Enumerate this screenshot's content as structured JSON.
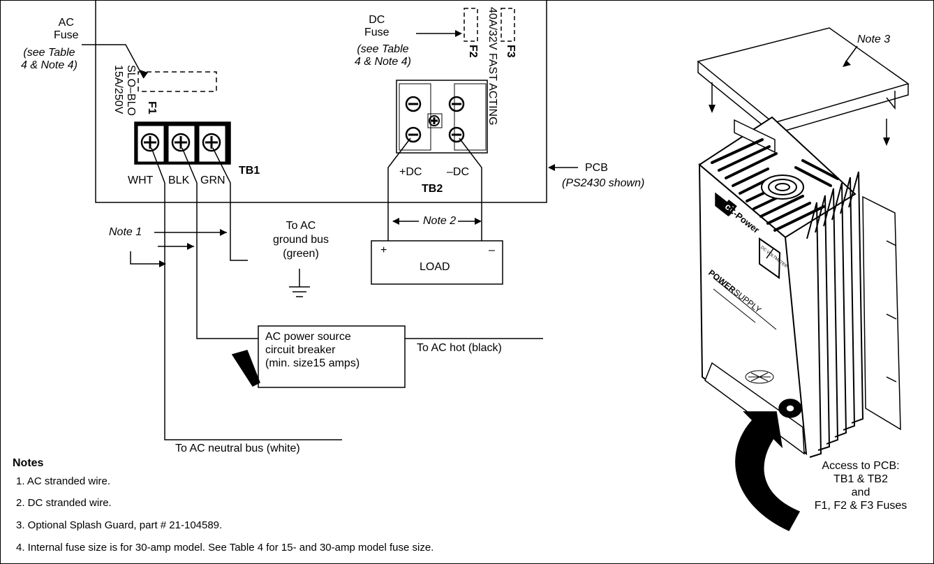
{
  "labels": {
    "ac_fuse": "AC\nFuse",
    "ac_fuse_ref": "(see Table\n4 & Note 4)",
    "f1_rating": "15A/250V",
    "f1_type": "SLO–BLO",
    "f1": "F1",
    "dc_fuse": "DC\nFuse",
    "dc_fuse_ref": "(see Table\n4 & Note 4)",
    "f2": "F2",
    "f3": "F3",
    "dc_fuse_rating": "40A/32V FAST ACTING",
    "tb1": "TB1",
    "wht": "WHT",
    "blk": "BLK",
    "grn": "GRN",
    "plus_dc": "+DC",
    "minus_dc": "–DC",
    "tb2": "TB2",
    "pcb": "PCB",
    "pcb_model": "(PS2430 shown)",
    "note1": "Note 1",
    "note2": "Note 2",
    "note3": "Note 3",
    "ac_ground": "To AC\nground bus\n(green)",
    "load": "LOAD",
    "load_plus": "+",
    "load_minus": "–",
    "breaker": "AC power source\ncircuit breaker\n(min. size15 amps)",
    "ac_hot": "To AC hot (black)",
    "ac_neutral": "To AC neutral bus (white)",
    "access": "Access to PCB:\nTB1 & TB2\nand\nF1, F2 & F3 Fuses",
    "brand": "C-Power",
    "logo": "ci",
    "power": "POWER",
    "supply": "SUPPLY",
    "meter": "DC VOLTMETER"
  },
  "notes": {
    "title": "Notes",
    "items": [
      "1. AC stranded wire.",
      "2. DC stranded wire.",
      "3. Optional Splash Guard, part # 21-104589.",
      "4. Internal fuse size is for 30-amp model. See Table 4 for 15- and 30-amp model fuse size."
    ]
  }
}
